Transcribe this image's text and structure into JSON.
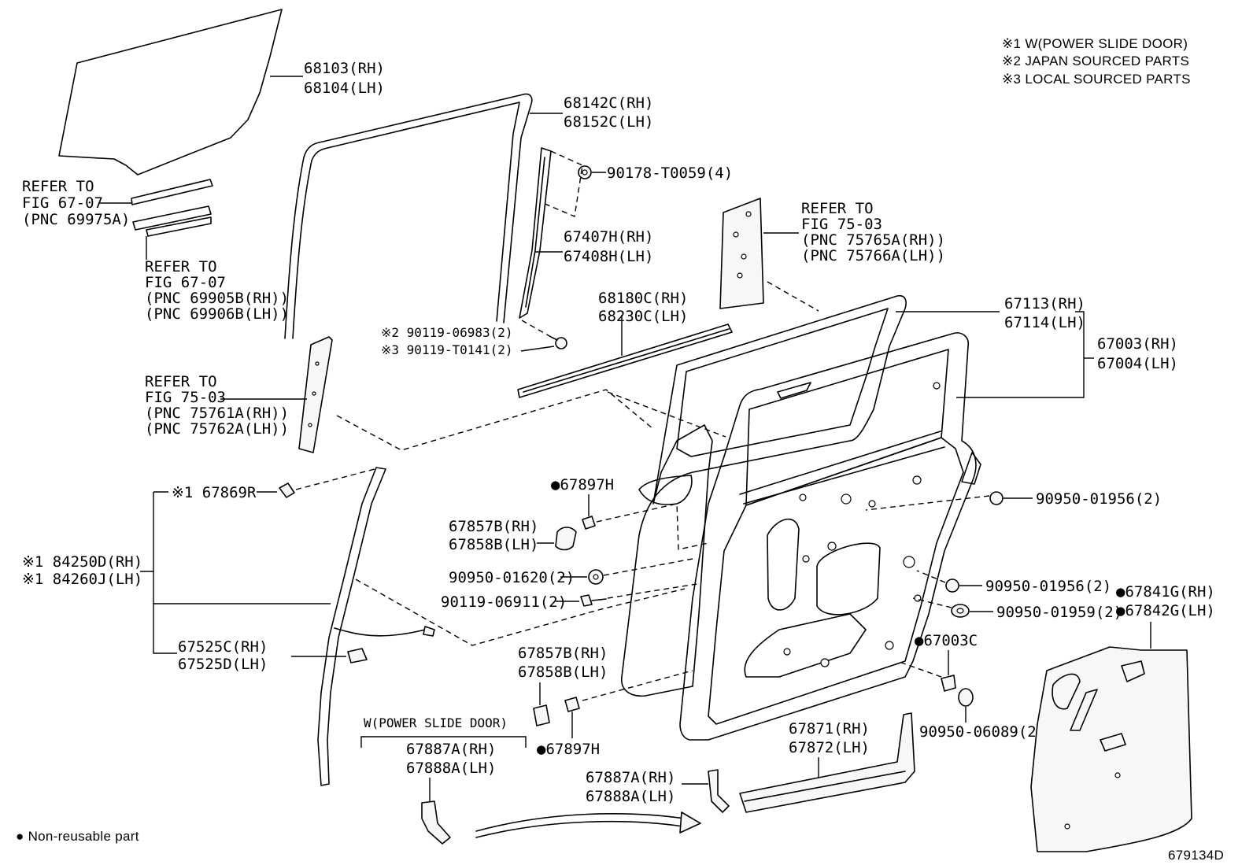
{
  "notes": {
    "n1": "※1 W(POWER SLIDE DOOR)",
    "n2": "※2 JAPAN SOURCED PARTS",
    "n3": "※3 LOCAL SOURCED PARTS"
  },
  "labels": {
    "glass_rh": "68103(RH)",
    "glass_lh": "68104(LH)",
    "frame_rh": "68142C(RH)",
    "frame_lh": "68152C(LH)",
    "nut": "90178-T0059(4)",
    "channel_rh": "67407H(RH)",
    "channel_lh": "67408H(LH)",
    "bolt_jp": "※2 90119-06983(2)",
    "bolt_local": "※3 90119-T0141(2)",
    "ref1_a": "REFER TO",
    "ref1_b": "FIG 67-07",
    "ref1_c": "(PNC 69975A)",
    "ref2_a": "REFER TO",
    "ref2_b": "FIG 67-07",
    "ref2_c": "(PNC 69905B(RH))",
    "ref2_d": "(PNC 69906B(LH))",
    "ref3_a": "REFER TO",
    "ref3_b": "FIG 75-03",
    "ref3_c": "(PNC 75761A(RH))",
    "ref3_d": "(PNC 75762A(LH))",
    "ref4_a": "REFER TO",
    "ref4_b": "FIG 75-03",
    "ref4_c": "(PNC 75765A(RH))",
    "ref4_d": "(PNC 75766A(LH))",
    "weather_rh": "68180C(RH)",
    "weather_lh": "68230C(LH)",
    "panel_rh": "67113(RH)",
    "panel_lh": "67114(LH)",
    "door_rh": "67003(RH)",
    "door_lh": "67004(LH)",
    "clip1": "※1 67869R",
    "harness_rh": "※1 84250D(RH)",
    "harness_lh": "※1 84260J(LH)",
    "cover_rh": "67525C(RH)",
    "cover_lh": "67525D(LH)",
    "seal_top": "●67897H",
    "hole_cov_rh": "67857B(RH)",
    "hole_cov_lh": "67858B(LH)",
    "plug_1620": "90950-01620(2)",
    "bolt_6911": "90119-06911(2)",
    "hole_cov2_rh": "67857B(RH)",
    "hole_cov2_lh": "67858B(LH)",
    "seal_bottom": "●67897H",
    "plug_1956a": "90950-01956(2)",
    "plug_1956b": "90950-01956(2)",
    "plug_1959": "90950-01959(2)",
    "seal_67003c": "●67003C",
    "plug_6089": "90950-06089(2)",
    "trim_rh": "●67841G(RH)",
    "trim_lh": "●67842G(LH)",
    "psd_note": "W(POWER SLIDE DOOR)",
    "gar1_rh": "67887A(RH)",
    "gar1_lh": "67888A(LH)",
    "gar2_rh": "67887A(RH)",
    "gar2_lh": "67888A(LH)",
    "lower_rh": "67871(RH)",
    "lower_lh": "67872(LH)",
    "legend": "● Non-reusable part",
    "fig_code": "679134D"
  }
}
